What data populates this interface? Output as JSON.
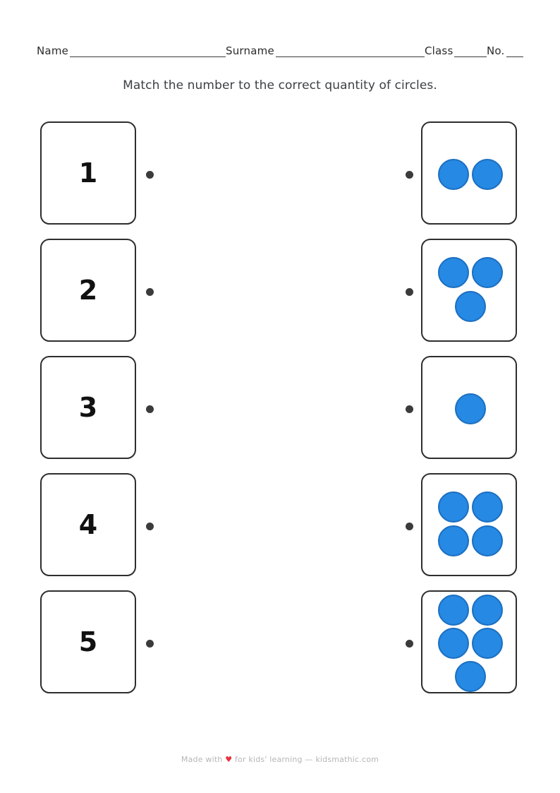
{
  "header": {
    "fields": [
      {
        "label": "Name"
      },
      {
        "label": "Surname"
      },
      {
        "label": "Class"
      },
      {
        "label": "No."
      }
    ]
  },
  "instruction": "Match the number to the correct quantity of circles.",
  "colors": {
    "circle_fill": "#2689e4",
    "circle_stroke": "#1b6fc0",
    "card_border": "#2e2e2e",
    "dot": "#3b3b3b",
    "heart": "#e8323c"
  },
  "exercise": {
    "type": "match-number-to-quantity",
    "rows": [
      {
        "number": "1",
        "circle_count": 2
      },
      {
        "number": "2",
        "circle_count": 3
      },
      {
        "number": "3",
        "circle_count": 1
      },
      {
        "number": "4",
        "circle_count": 4
      },
      {
        "number": "5",
        "circle_count": 5
      }
    ]
  },
  "footer": {
    "prefix": "Made with ",
    "heart": "♥",
    "suffix": " for kids' learning — kidsmathic.com"
  }
}
